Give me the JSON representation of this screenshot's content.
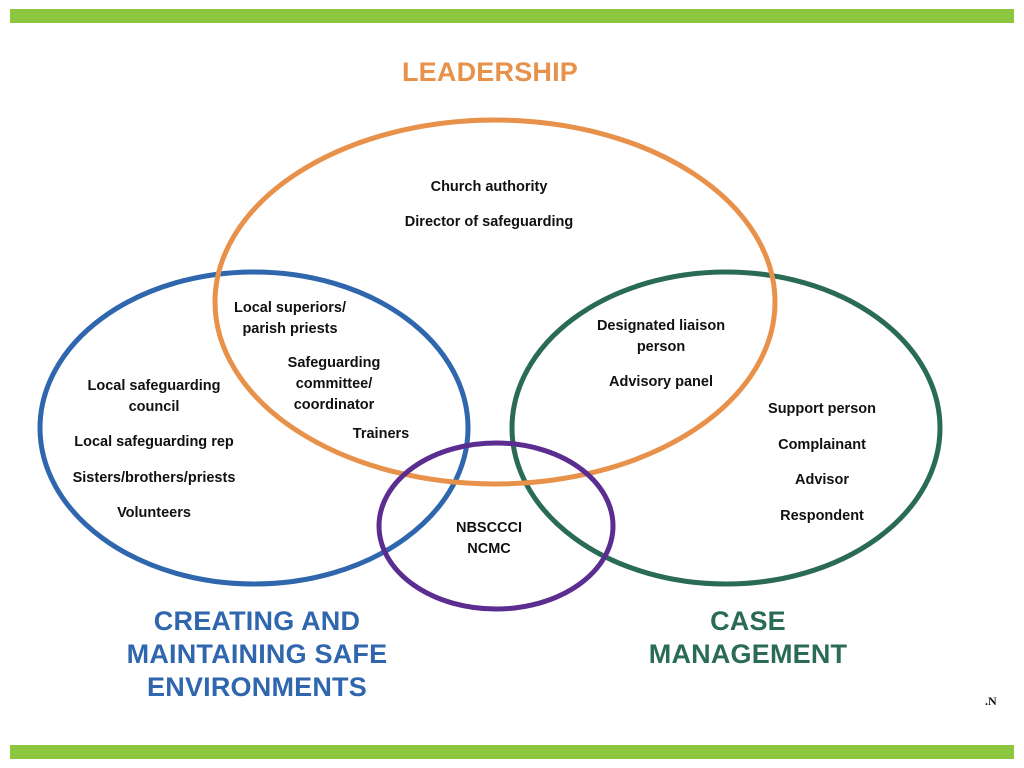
{
  "colors": {
    "bar": "#8dc63f",
    "leadership": "#e8914a",
    "safe_environments": "#2f66ad",
    "case_management": "#2a6b55",
    "center": "#5b2d90"
  },
  "headings": {
    "leadership": "LEADERSHIP",
    "safe_environments": "CREATING AND\nMAINTAINING SAFE\nENVIRONMENTS",
    "case_management": "CASE\nMANAGEMENT"
  },
  "leadership_circle": {
    "items": [
      "Church authority",
      "Director of safeguarding"
    ]
  },
  "leadership_safe_overlap": {
    "items": [
      "Local superiors/\nparish priests",
      "Safeguarding\ncommittee/\ncoordinator",
      "Trainers"
    ]
  },
  "leadership_case_overlap": {
    "items": [
      "Designated liaison\nperson",
      "Advisory panel"
    ]
  },
  "safe_environments_circle": {
    "items": [
      "Local safeguarding\ncouncil",
      "Local safeguarding rep",
      "Sisters/brothers/priests",
      "Volunteers"
    ]
  },
  "case_management_circle": {
    "items": [
      "Support person",
      "Complainant",
      "Advisor",
      "Respondent"
    ]
  },
  "center_circle": {
    "items": [
      "NBSCCCI\nNCMC"
    ]
  },
  "corner_mark": ".N"
}
